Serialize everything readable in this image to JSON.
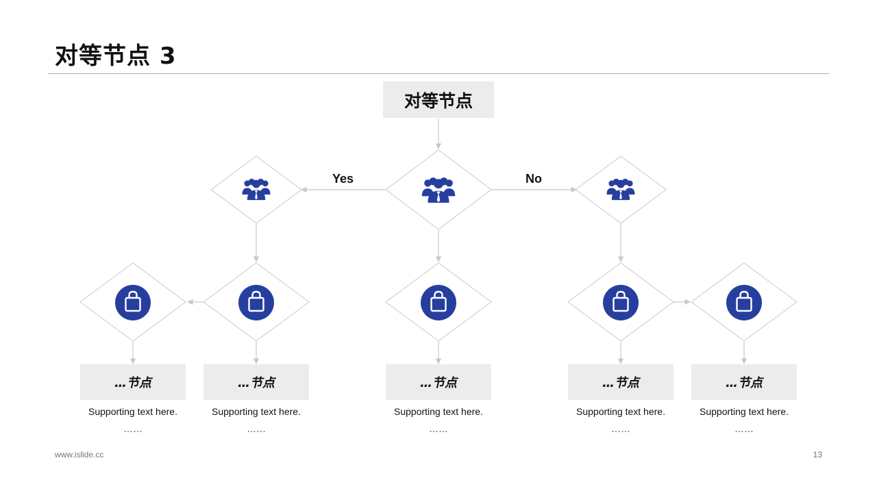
{
  "slide": {
    "title": "对等节点 3",
    "footer_url": "www.islide.cc",
    "page_number": "13"
  },
  "colors": {
    "accent": "#263f9f",
    "box_fill": "#ececec",
    "line": "#c8c8c8",
    "diamond_stroke": "#d2d2d2"
  },
  "diagram": {
    "root_label": "对等节点",
    "branches": {
      "yes_label": "Yes",
      "no_label": "No"
    },
    "decision_icon": "people-group-icon",
    "leaf_icon": "shopping-bag-icon",
    "nodes": [
      {
        "label": "…节点",
        "text": "Supporting text here.",
        "ellipsis": "……"
      },
      {
        "label": "…节点",
        "text": "Supporting text here.",
        "ellipsis": "……"
      },
      {
        "label": "…节点",
        "text": "Supporting text here.",
        "ellipsis": "……"
      },
      {
        "label": "…节点",
        "text": "Supporting text here.",
        "ellipsis": "……"
      },
      {
        "label": "…节点",
        "text": "Supporting text here.",
        "ellipsis": "……"
      }
    ]
  }
}
